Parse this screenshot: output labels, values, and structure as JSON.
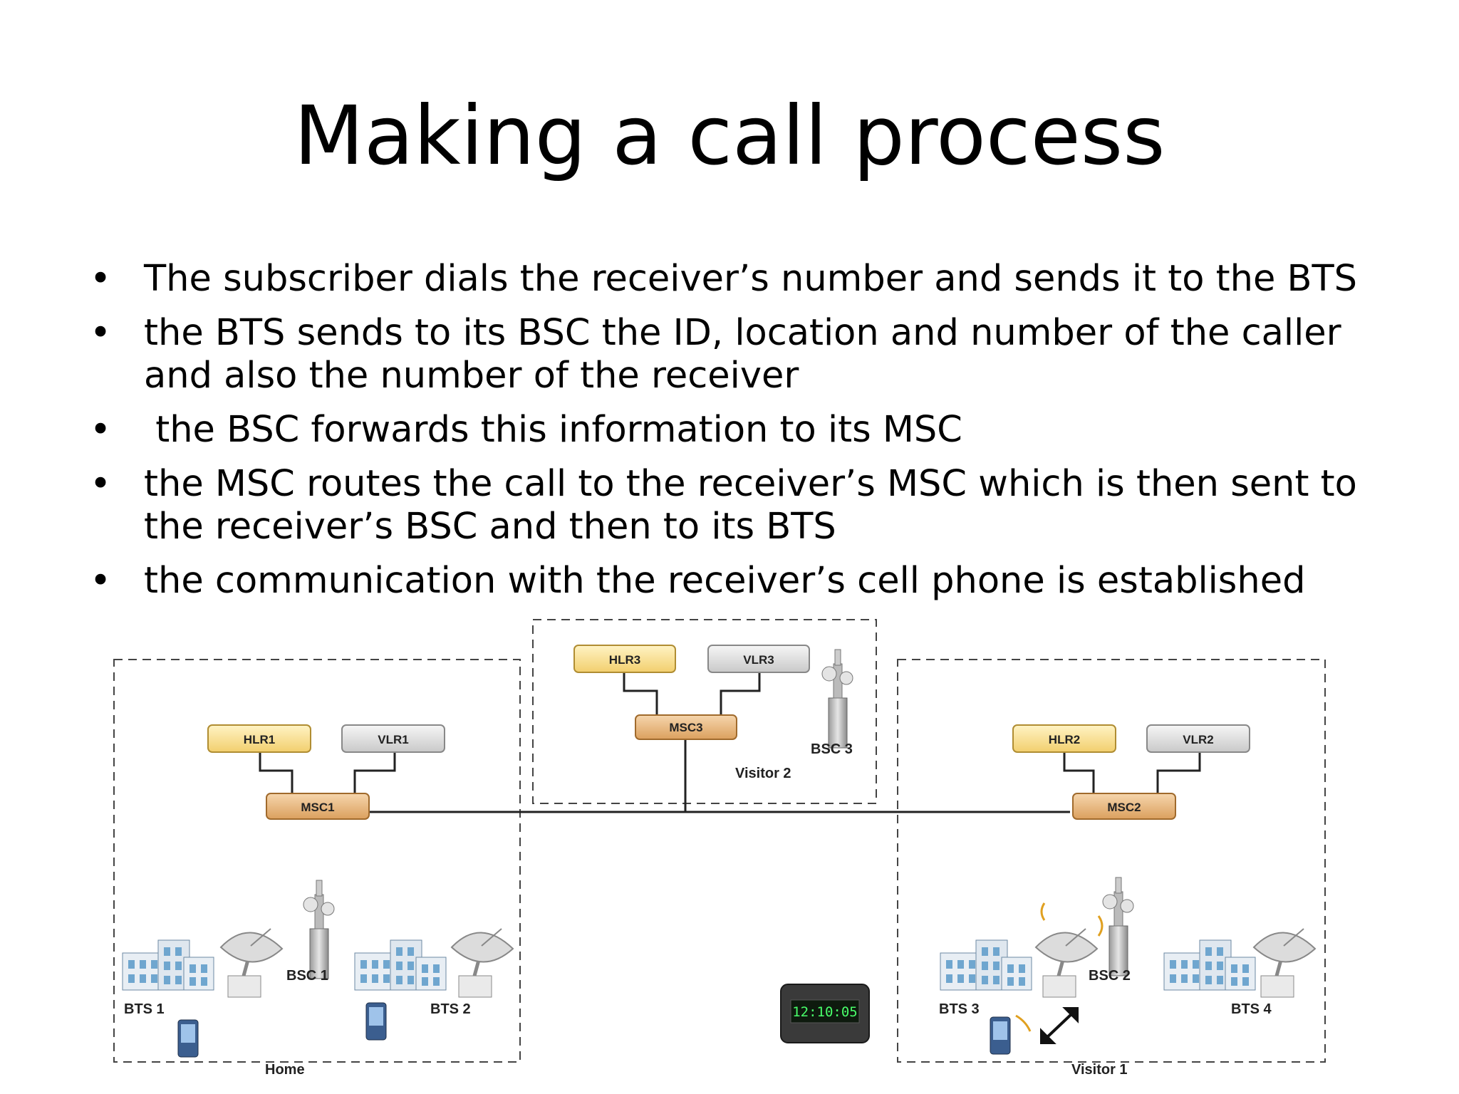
{
  "slide": {
    "title": "Making a call process",
    "bullets": [
      "The subscriber dials the receiver’s number and sends it to the BTS",
      "the BTS sends to its BSC the ID, location and number of the caller and also the number of the receiver",
      " the BSC forwards this information to its MSC",
      "the MSC routes the call to the receiver’s MSC which is then sent to the receiver’s BSC and then to its BTS",
      "the communication with the receiver’s cell phone is established"
    ]
  },
  "diagram": {
    "regions": {
      "home": "Home",
      "visitor1": "Visitor 1",
      "visitor2": "Visitor 2"
    },
    "nodes": {
      "hlr1": "HLR1",
      "vlr1": "VLR1",
      "msc1": "MSC1",
      "hlr2": "HLR2",
      "vlr2": "VLR2",
      "msc2": "MSC2",
      "hlr3": "HLR3",
      "vlr3": "VLR3",
      "msc3": "MSC3",
      "bsc1": "BSC 1",
      "bsc2": "BSC 2",
      "bsc3": "BSC 3",
      "bts1": "BTS 1",
      "bts2": "BTS 2",
      "bts3": "BTS 3",
      "bts4": "BTS 4"
    },
    "clock": "12:10:05",
    "colors": {
      "hlr": "#f7dc8f",
      "vlr": "#dcdcdc",
      "msc": "#e8b87c",
      "dashed": "#444444",
      "building": "#8fbcd8",
      "dish": "#d8d8d8"
    }
  }
}
